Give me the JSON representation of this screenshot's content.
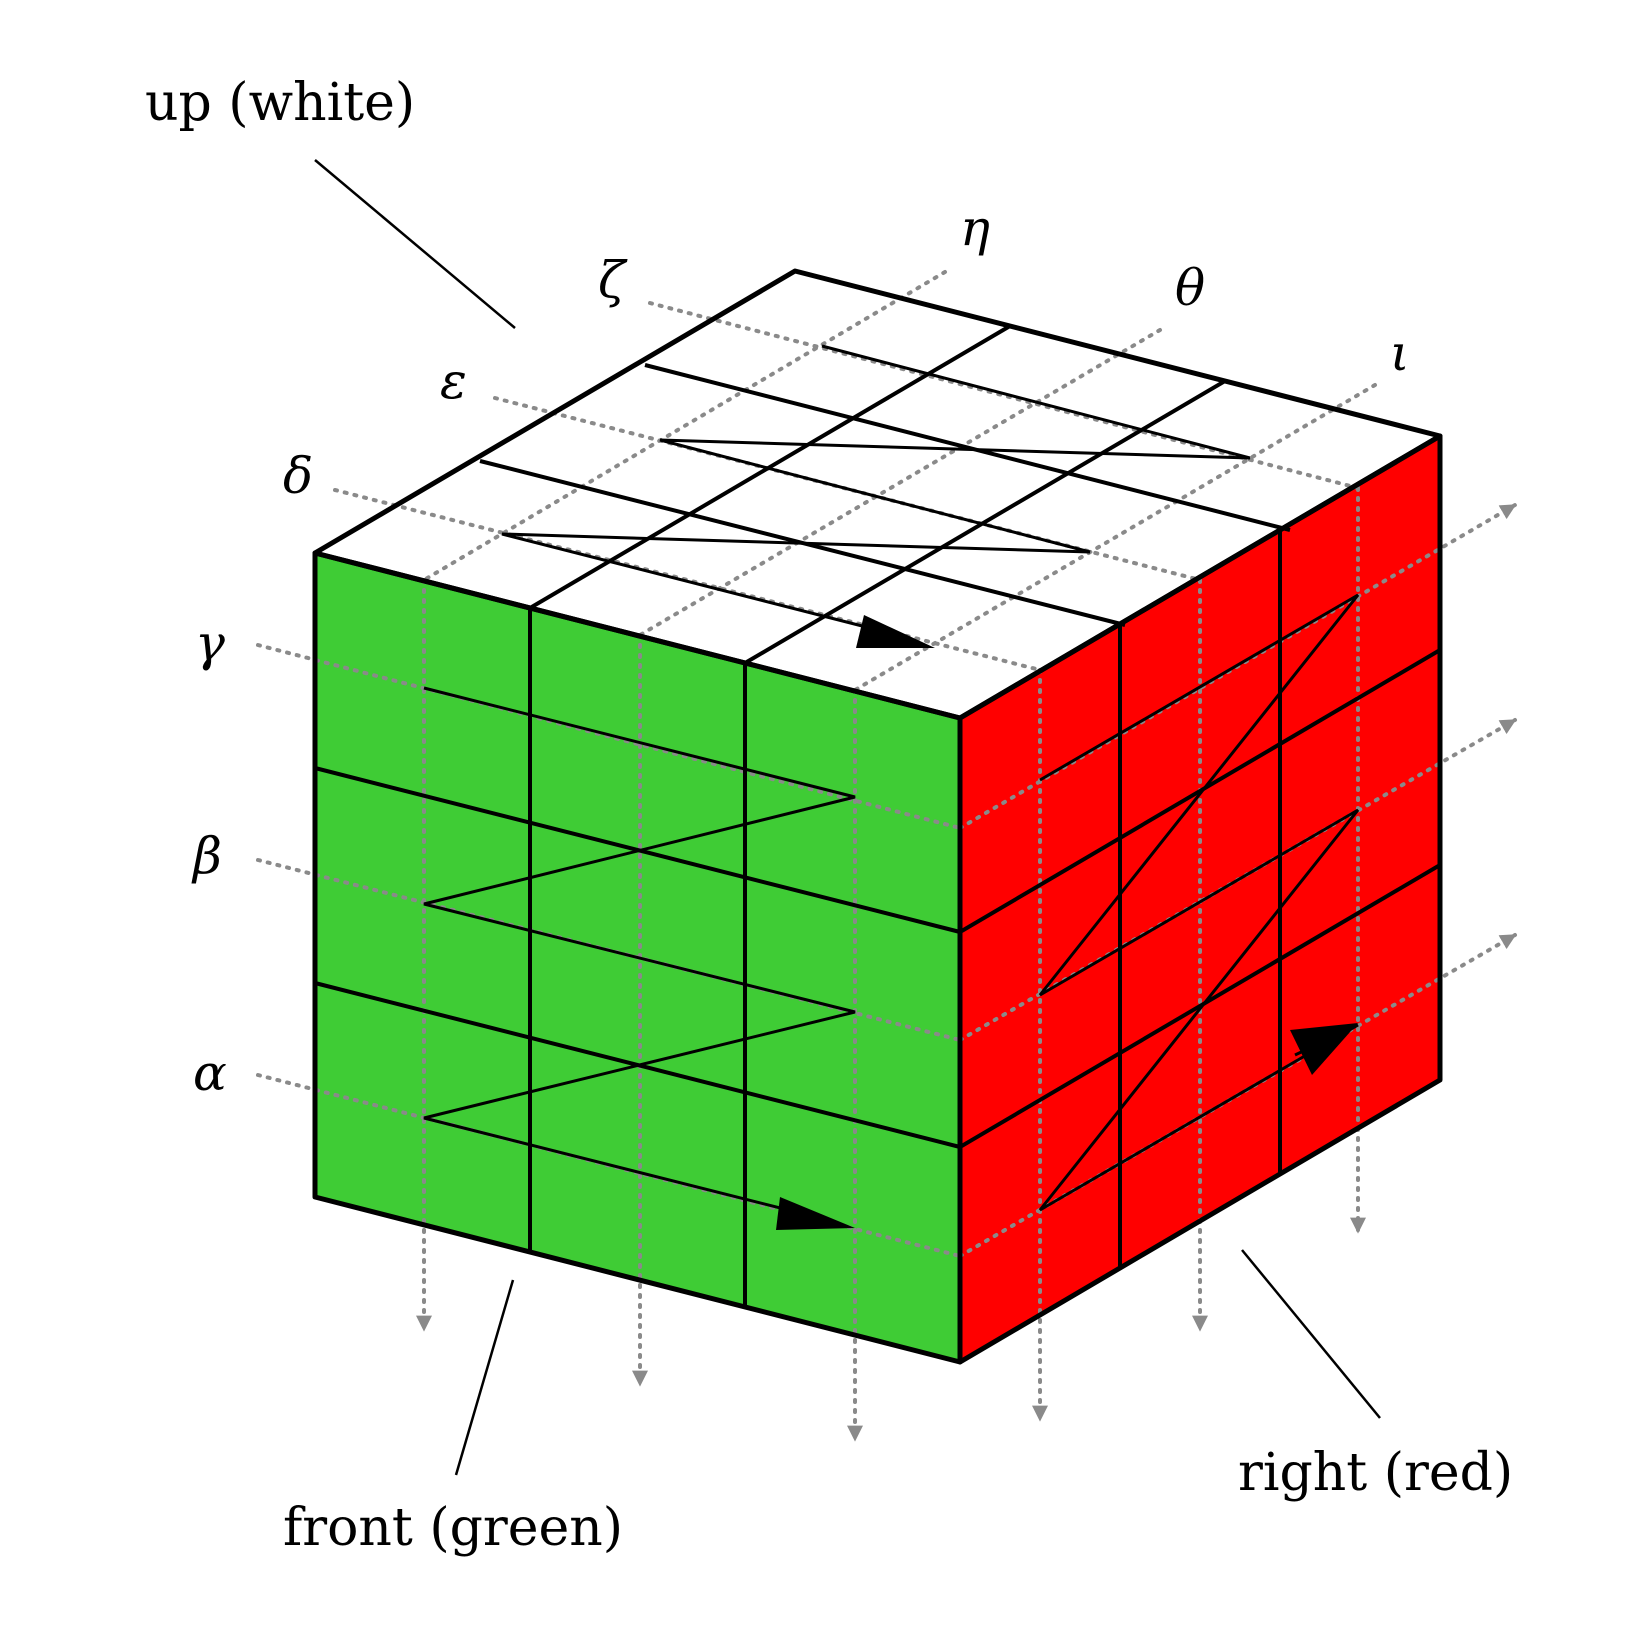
{
  "colors": {
    "up": "#ffffff",
    "front": "#3fcc35",
    "right": "#ff0000",
    "dotted": "#8a8a8a",
    "stroke": "#000000"
  },
  "faces": {
    "up": "up (white)",
    "front": "front (green)",
    "right": "right (red)"
  },
  "slices": {
    "alpha": "α",
    "beta": "β",
    "gamma": "γ",
    "delta": "δ",
    "epsilon": "ε",
    "zeta": "ζ",
    "eta": "η",
    "theta": "θ",
    "iota": "ι"
  }
}
